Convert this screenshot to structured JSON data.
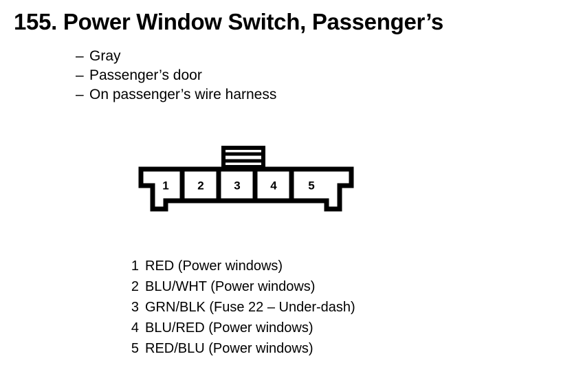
{
  "title": {
    "number": "155.",
    "text": "Power Window Switch, Passenger’s",
    "full": "155. Power Window Switch, Passenger’s"
  },
  "description": {
    "bullet": "–",
    "items": [
      "Gray",
      "Passenger’s door",
      "On passenger’s wire harness"
    ]
  },
  "connector": {
    "name": "5-pin connector",
    "cavity_count": 5,
    "cavity_labels": [
      "1",
      "2",
      "3",
      "4",
      "5"
    ],
    "latch_tab": "locking-tab",
    "latch_bar_count": 3,
    "stroke_color": "#000000",
    "fill_color": "#ffffff"
  },
  "pin_legend": {
    "rows": [
      {
        "pin": "1",
        "desc": "RED (Power windows)"
      },
      {
        "pin": "2",
        "desc": "BLU/WHT (Power windows)"
      },
      {
        "pin": "3",
        "desc": "GRN/BLK (Fuse 22 – Under-dash)"
      },
      {
        "pin": "4",
        "desc": "BLU/RED (Power windows)"
      },
      {
        "pin": "5",
        "desc": "RED/BLU (Power windows)"
      }
    ]
  }
}
